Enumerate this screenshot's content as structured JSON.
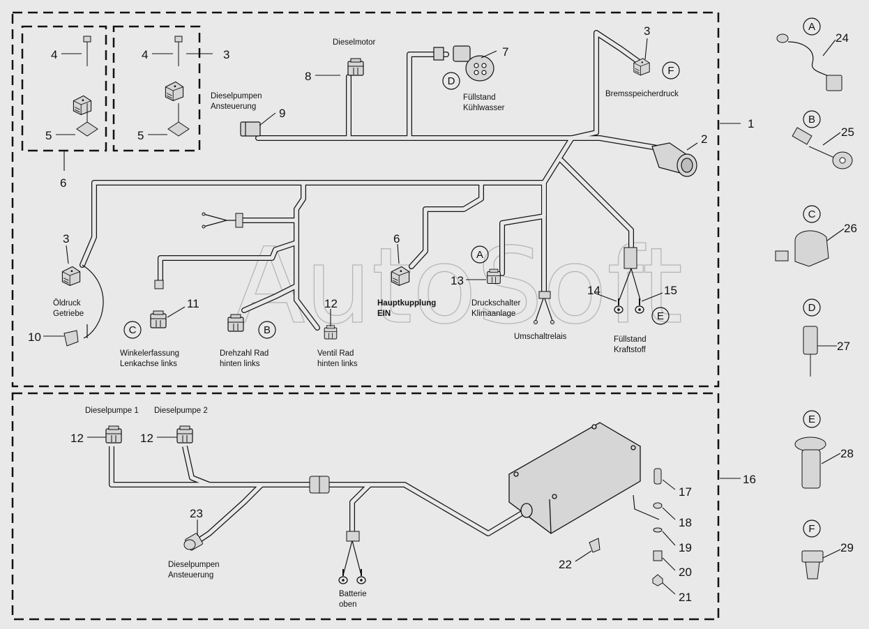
{
  "watermark": "AutoSoft",
  "part_numbers": {
    "p1": "1",
    "p2": "2",
    "p3a": "3",
    "p3b": "3",
    "p3c": "3",
    "p4a": "4",
    "p4b": "4",
    "p5a": "5",
    "p5b": "5",
    "p6a": "6",
    "p6b": "6",
    "p7": "7",
    "p8": "8",
    "p9": "9",
    "p10": "10",
    "p11": "11",
    "p12a": "12",
    "p12b": "12",
    "p12c": "12",
    "p13": "13",
    "p14": "14",
    "p15": "15",
    "p16": "16",
    "p17": "17",
    "p18": "18",
    "p19": "19",
    "p20": "20",
    "p21": "21",
    "p22": "22",
    "p23": "23",
    "p24": "24",
    "p25": "25",
    "p26": "26",
    "p27": "27",
    "p28": "28",
    "p29": "29"
  },
  "labels": {
    "dieselmotor": "Dieselmotor",
    "dieselpumpen_1": "Dieselpumpen",
    "dieselpumpen_2": "Ansteuerung",
    "fuellstand_1": "Füllstand",
    "fuellstand_2": "Kühlwasser",
    "bremsspeicherdruck": "Bremsspeicherdruck",
    "oeldruck_1": "Öldruck",
    "oeldruck_2": "Getriebe",
    "winkel_1": "Winkelerfassung",
    "winkel_2": "Lenkachse links",
    "drehzahl_1": "Drehzahl Rad",
    "drehzahl_2": "hinten links",
    "ventil_1": "Ventil Rad",
    "ventil_2": "hinten links",
    "hauptkupplung_1": "Hauptkupplung",
    "hauptkupplung_2": "EIN",
    "druckschalter_1": "Druckschalter",
    "druckschalter_2": "Klimaanlage",
    "umschaltrelais": "Umschaltrelais",
    "kraftstoff_1": "Füllstand",
    "kraftstoff_2": "Kraftstoff",
    "dp1": "Dieselpumpe 1",
    "dp2": "Dieselpumpe 2",
    "dpa_1": "Dieselpumpen",
    "dpa_2": "Ansteuerung",
    "batterie_1": "Batterie",
    "batterie_2": "oben"
  },
  "letters": {
    "A1": "A",
    "B1": "B",
    "C1": "C",
    "D1": "D",
    "E1": "E",
    "F1": "F",
    "A2": "A",
    "B2": "B",
    "C2": "C",
    "D2": "D",
    "E2": "E",
    "F2": "F"
  },
  "colors": {
    "background": "#e9e9e9",
    "line": "#1a1a1a",
    "part_fill": "#d8d8d8",
    "watermark": "#8c8c8c"
  }
}
